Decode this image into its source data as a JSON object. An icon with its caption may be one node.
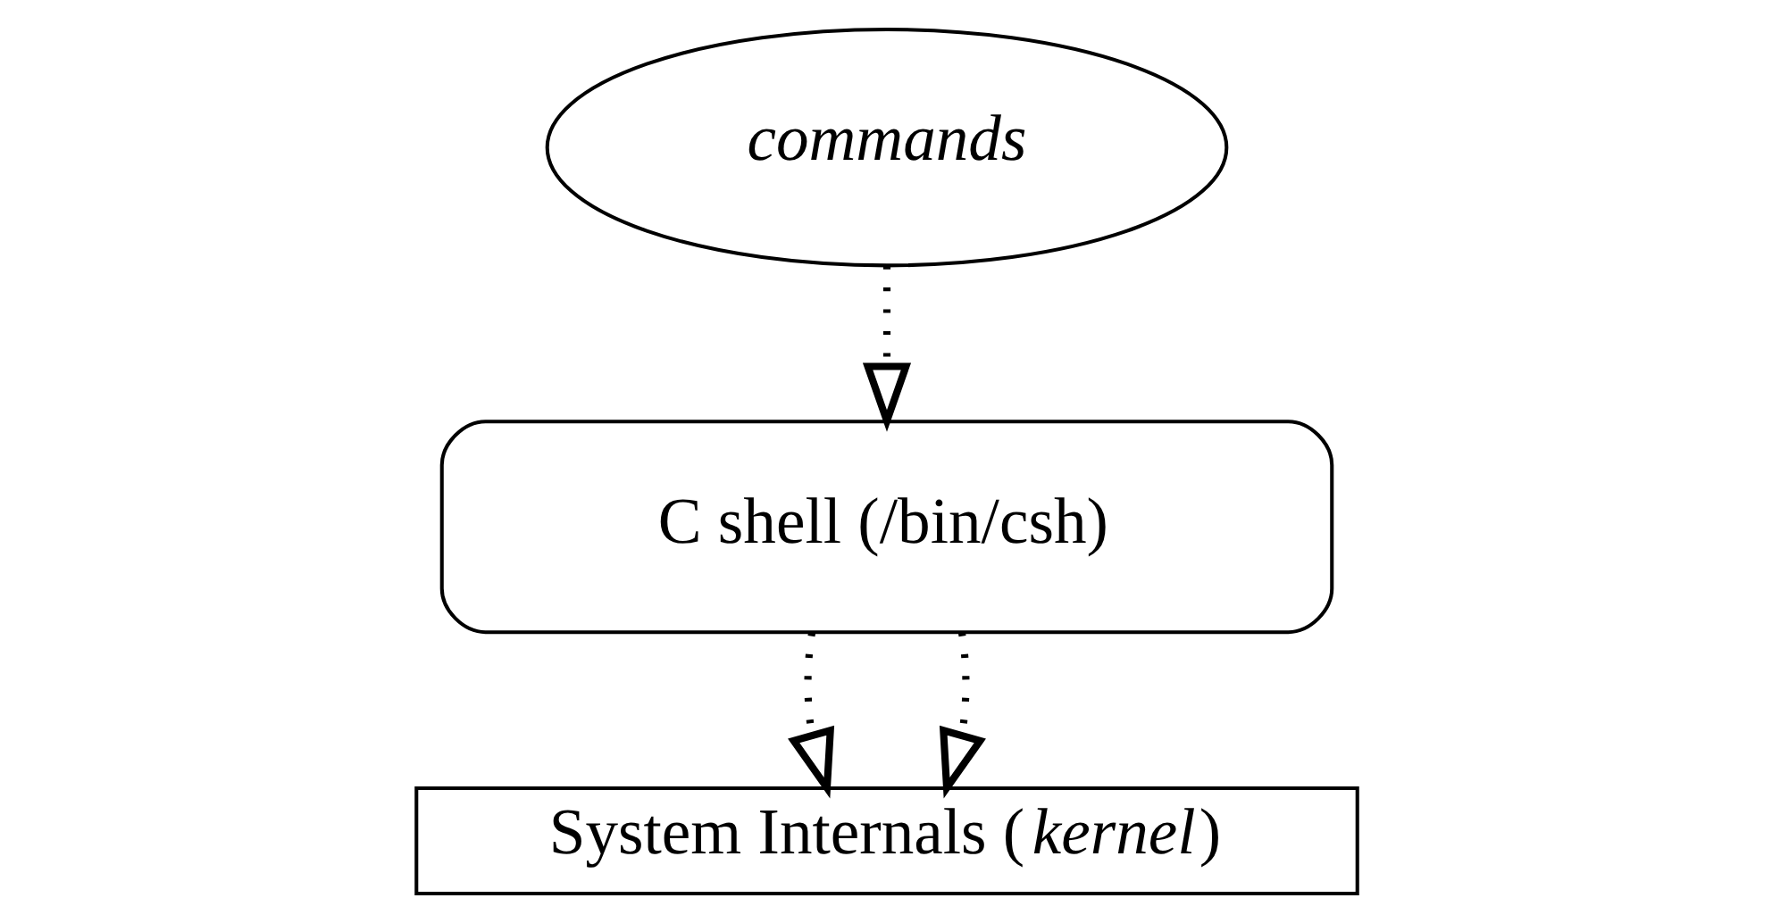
{
  "diagram": {
    "nodes": [
      {
        "text": [
          "*commands*"
        ]
      },
      {
        "text": [
          "C shell (/bin/csh)"
        ]
      },
      {
        "text": [
          "System Internals (*kernel*)"
        ]
      }
    ],
    "edges": [
      {
        "from": 0,
        "to": 1,
        "arrow": "to",
        "style": "dashed"
      },
      {
        "from": 1,
        "to": 2,
        "arrow": "to",
        "style": "dashed"
      },
      {
        "from": 1,
        "to": 2,
        "arrow": "to",
        "style": "dashed"
      }
    ]
  }
}
